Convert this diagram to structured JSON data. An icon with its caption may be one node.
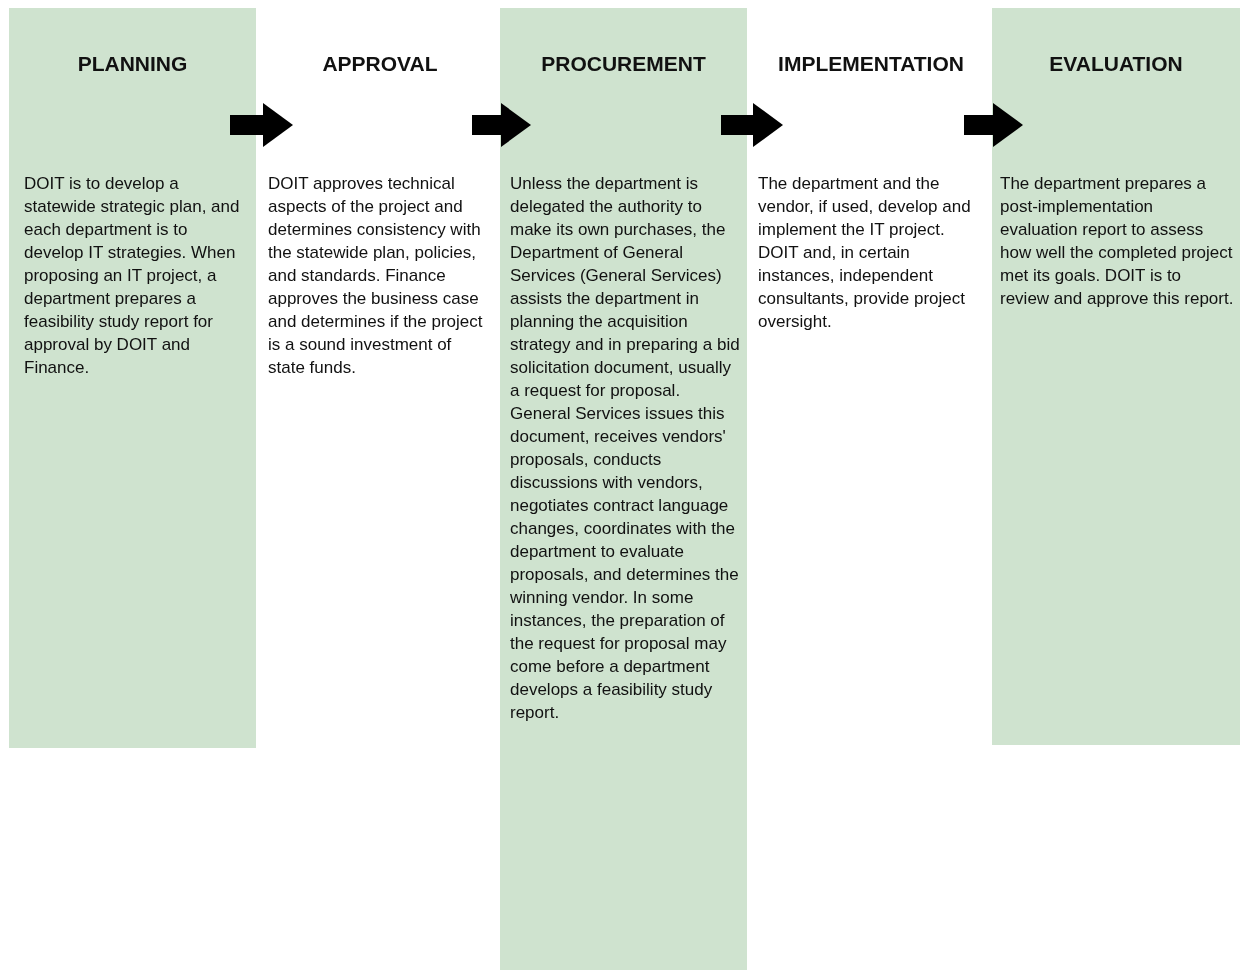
{
  "diagram": {
    "nodes": [
      {
        "text": [
          "PLANNING",
          "DOIT is to develop a statewide strategic plan, and each department is to develop IT strategies. When proposing an IT project, a department prepares a feasibility study report for approval by DOIT and Finance."
        ]
      },
      {
        "text": [
          "APPROVAL",
          "DOIT approves technical aspects of the project and determines consistency with the statewide plan, policies, and standards. Finance approves the business case and determines if the project is a sound investment of state funds."
        ]
      },
      {
        "text": [
          "PROCUREMENT",
          "Unless the department is delegated the authority to make its own purchases, the Department of General Services (General Services) assists the department in planning the acquisition strategy and in preparing a bid solicitation document, usually a request for proposal. General Services issues this document, receives vendors' proposals, conducts discussions with vendors, negotiates contract language changes, coordinates with the department to evaluate proposals, and determines the winning vendor. In some instances, the preparation of the request for proposal may come before a department develops a feasibility study report."
        ]
      },
      {
        "text": [
          "IMPLEMENTATION",
          "The department and the vendor, if used, develop and implement the IT project. DOIT and, in certain instances, independent consultants, provide project oversight."
        ]
      },
      {
        "text": [
          "EVALUATION",
          "The department prepares a post-implementation evaluation report to assess how well the completed project met its goals. DOIT is to review and approve this report."
        ]
      }
    ],
    "edges": [
      {
        "from": 0,
        "to": 1,
        "arrow": "to"
      },
      {
        "from": 1,
        "to": 2,
        "arrow": "to"
      },
      {
        "from": 2,
        "to": 3,
        "arrow": "to"
      },
      {
        "from": 3,
        "to": 4,
        "arrow": "to"
      }
    ]
  }
}
